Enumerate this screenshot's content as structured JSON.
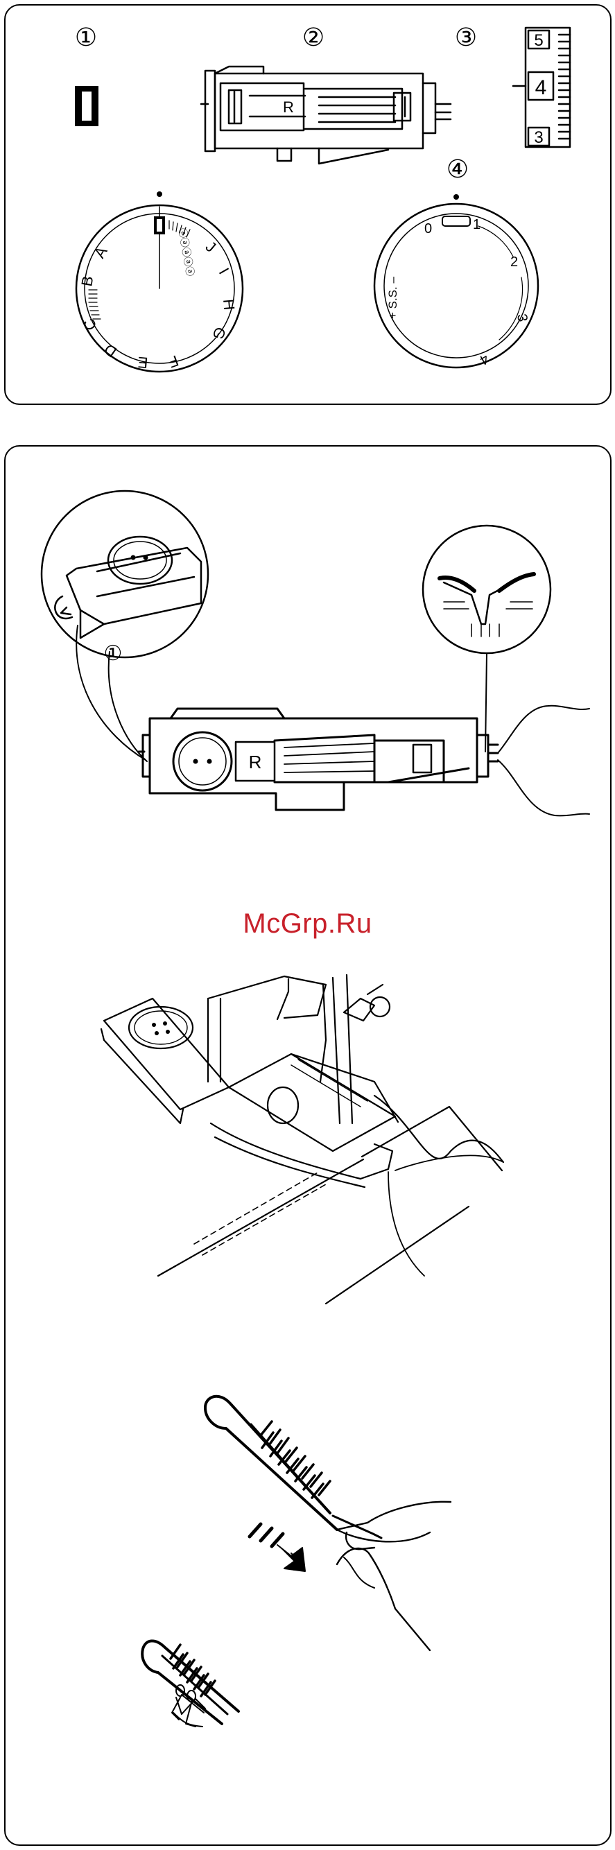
{
  "top_panel": {
    "callouts": [
      "①",
      "②",
      "③",
      "④"
    ],
    "selector_dial": {
      "letters": [
        "A",
        "B",
        "C",
        "D",
        "E",
        "F",
        "G",
        "H",
        "I",
        "J"
      ],
      "arc_label": "ⓐⓐⓐⓐⓐ"
    },
    "stitch_length_dial": {
      "numbers": [
        "0",
        "1",
        "2",
        "3",
        "4"
      ],
      "label": "+ S.S. –"
    },
    "length_scale": [
      "5",
      "4",
      "3"
    ],
    "foot_letter": "R"
  },
  "bottom_panel": {
    "callout": "①",
    "foot_letter": "R"
  },
  "watermark": "McGrp.Ru",
  "colors": {
    "line": "#000000",
    "watermark": "#c8202a",
    "background": "#ffffff"
  }
}
